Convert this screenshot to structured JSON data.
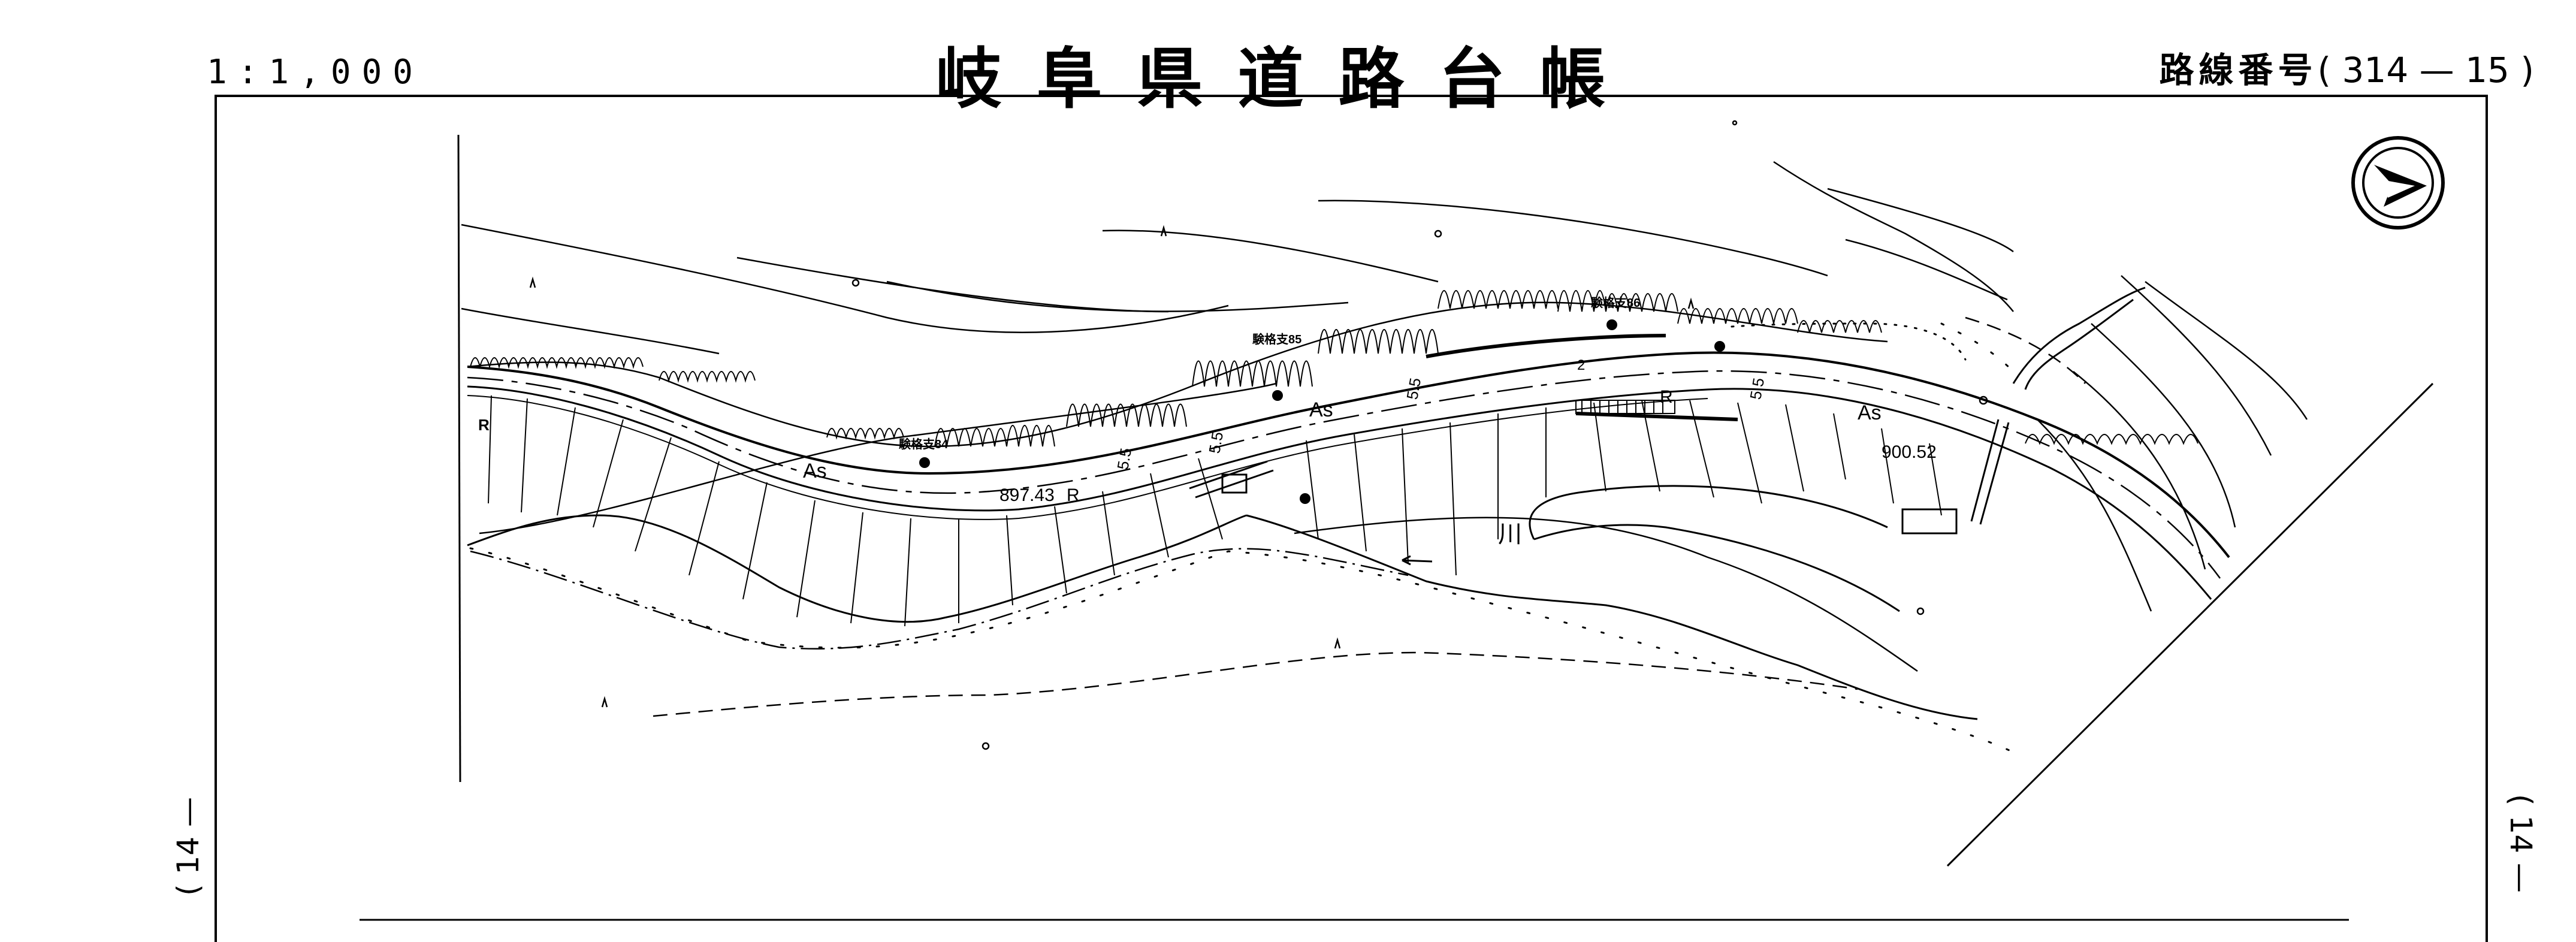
{
  "header": {
    "scale": "1:1,000",
    "title": "岐阜県道路台帳",
    "route_label": "路線番号",
    "route_open": "(",
    "route_number": "314 — 15",
    "route_close": ")"
  },
  "side_marks": {
    "left": "( 14 —",
    "right": "( 14 —"
  },
  "map": {
    "labels": {
      "station_84": "験格支84",
      "station_85": "験格支85",
      "station_86": "験格支86",
      "elev_1": "897.43",
      "elev_2": "900.52",
      "pave_1": "As",
      "pave_2": "As",
      "pave_3": "As",
      "r_1": "R",
      "r_2": "R",
      "r_3": "R",
      "width_1": "5.5",
      "width_2": "5.5",
      "width_3": "5.5",
      "width_4": "5.5",
      "river": "川",
      "num_2": "2"
    },
    "icons": [
      "north-arrow-icon",
      "control-point-icon",
      "deciduous-tree-icon",
      "broadleaf-tree-icon"
    ]
  }
}
